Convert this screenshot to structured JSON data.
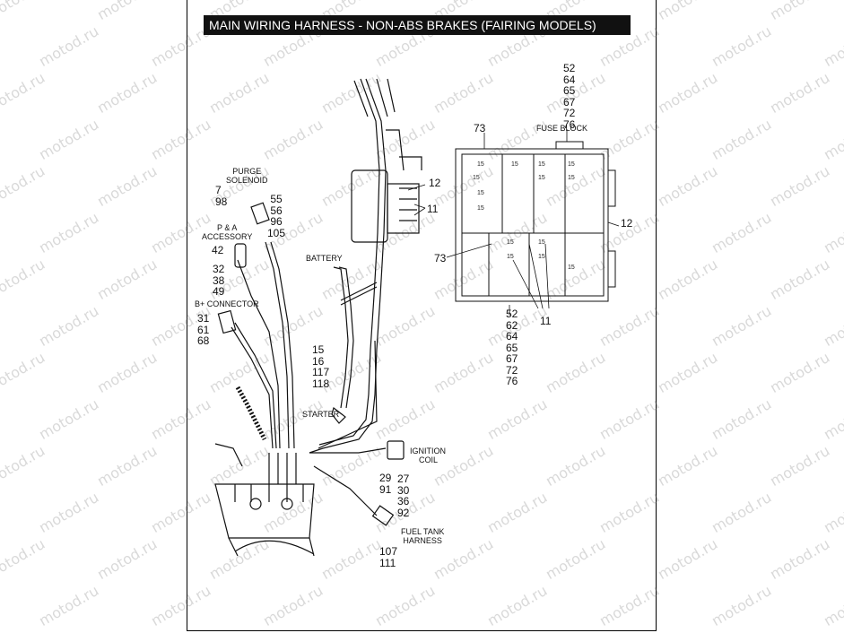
{
  "title": "MAIN WIRING  HARNESS - NON-ABS BRAKES (FAIRING MODELS)",
  "watermark": "motod.ru",
  "labels": {
    "purge_solenoid": [
      "PURGE",
      "SOLENOID"
    ],
    "pa_accessory": [
      "P & A",
      "ACCESSORY"
    ],
    "b_connector": "B+ CONNECTOR",
    "battery": "BATTERY",
    "starter": "STARTER",
    "ignition_coil": [
      "IGNITION",
      "COIL"
    ],
    "fuel_tank_harness": [
      "FUEL TANK",
      "HARNESS"
    ],
    "fuse_block": "FUSE BLOCK"
  },
  "callouts": {
    "purge_left": [
      "7",
      "98"
    ],
    "purge_right": [
      "55",
      "56",
      "96",
      "105"
    ],
    "accessory": [
      "42"
    ],
    "accessory_group": [
      "32",
      "38",
      "49"
    ],
    "b_plus": [
      "31",
      "61",
      "68"
    ],
    "battery_cable": [
      "15",
      "16",
      "117",
      "118"
    ],
    "relay_12": "12",
    "relay_11": "11",
    "coil_left": [
      "29",
      "91"
    ],
    "coil_right": [
      "27",
      "30",
      "36",
      "92"
    ],
    "fuel_tank": [
      "107",
      "111"
    ],
    "fuse_top": [
      "52",
      "64",
      "65",
      "67",
      "72",
      "76"
    ],
    "fuse_73_top": "73",
    "fuse_73_left": "73",
    "fuse_12_right": "12",
    "fuse_11_bottom": "11",
    "fuse_bottom": [
      "52",
      "62",
      "64",
      "65",
      "67",
      "72",
      "76"
    ]
  }
}
